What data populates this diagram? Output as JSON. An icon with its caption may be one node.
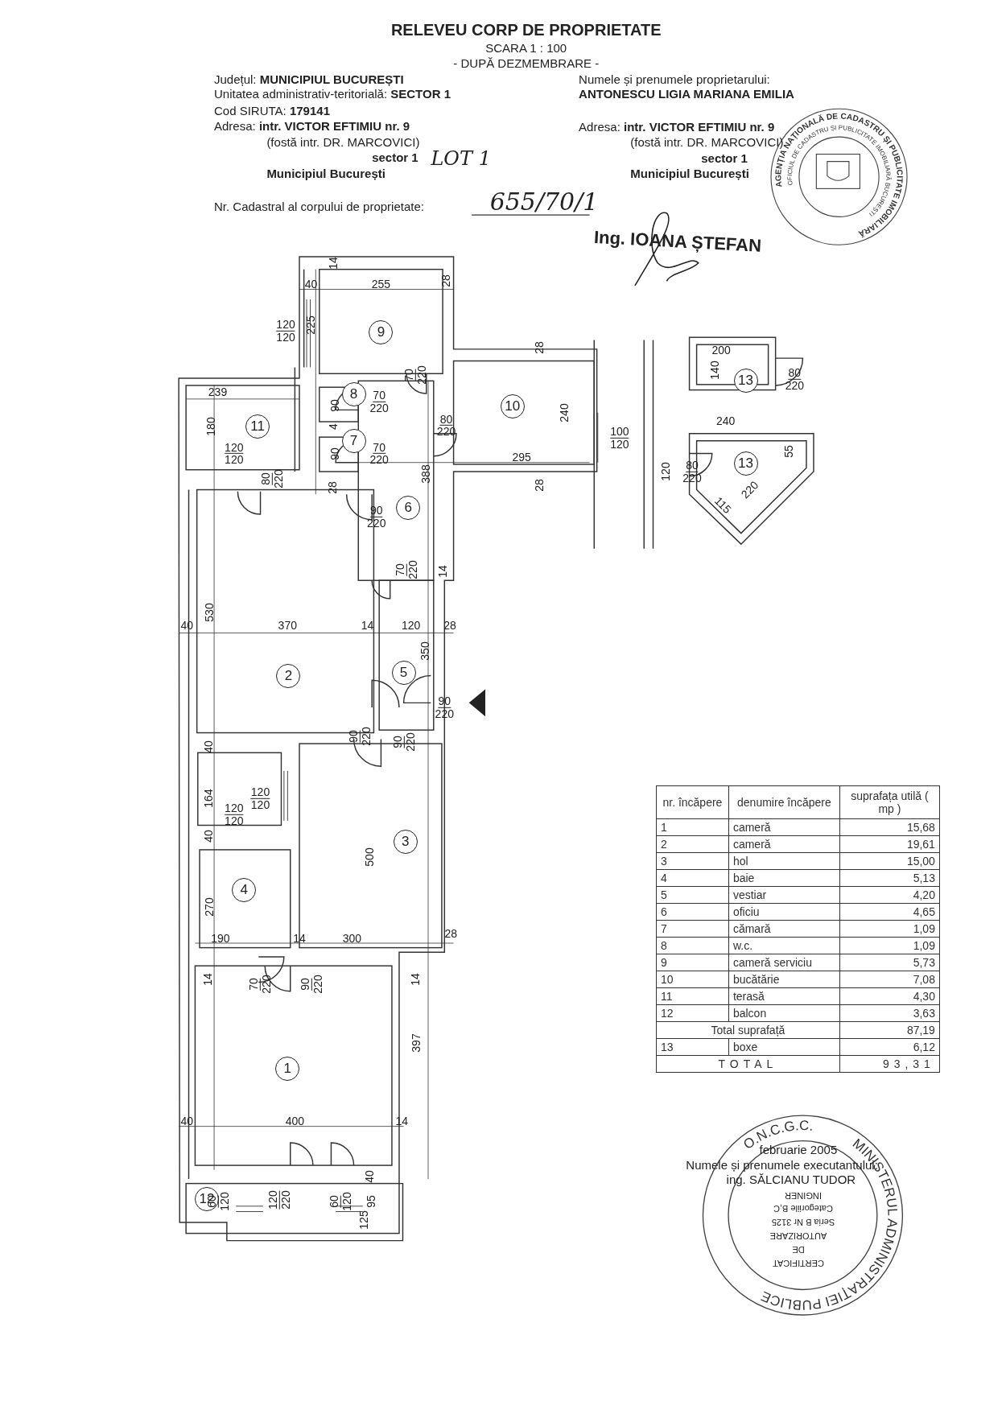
{
  "diagram": {
    "title": "RELEVEU CORP DE PROPRIETATE",
    "nodes": [
      {
        "text": [
          "9"
        ]
      },
      {
        "text": [
          "13"
        ]
      },
      {
        "text": [
          "8"
        ]
      },
      {
        "text": [
          "10"
        ]
      },
      {
        "text": [
          "11"
        ]
      },
      {
        "text": [
          "7"
        ]
      },
      {
        "text": [
          "13"
        ]
      },
      {
        "text": [
          "6"
        ]
      },
      {
        "text": [
          "5"
        ]
      },
      {
        "text": [
          "2"
        ]
      },
      {
        "text": [
          "3"
        ]
      },
      {
        "text": [
          "4"
        ]
      },
      {
        "text": [
          "1"
        ]
      },
      {
        "text": [
          "12"
        ]
      }
    ],
    "edges": [],
    "labels": [
      "SCARA 1 : 100",
      "- DUPĂ DEZMEMBRARE -",
      "Județul: **MUNICIPIUL BUCUREȘTI**",
      "Numele și prenumele proprietarului:",
      "Unitatea administrativ-teritorială: **SECTOR 1**",
      "ANTONESCU LIGIA MARIANA EMILIA",
      "Cod SIRUTA: **179141**",
      "Adresa: **intr. VICTOR EFTIMIU nr. 9**",
      "Adresa: **intr. VICTOR EFTIMIU nr. 9**",
      "(fostă intr. DR. MARCOVICI)",
      "(fostă intr. DR. MARCOVICI)",
      "sector 1",
      "LOT 1",
      "sector 1",
      "Municipiul București",
      "Municipiul București",
      "Nr. Cadastral al corpului de proprietate:",
      "655/70/1",
      "Ing. IOANA ȘTEFAN",
      "14",
      "40",
      "255",
      "28",
      "120",
      "120",
      "225",
      "70",
      "220",
      "239",
      "70",
      "220",
      "90",
      "4",
      "80",
      "220",
      "180",
      "70",
      "220",
      "90",
      "120",
      "120",
      "80",
      "220",
      "240",
      "295",
      "28",
      "28",
      "100",
      "120",
      "28",
      "388",
      "90",
      "220",
      "70",
      "220",
      "14",
      "200",
      "140",
      "80",
      "220",
      "240",
      "120",
      "80",
      "220",
      "55",
      "220",
      "115",
      "530",
      "40",
      "370",
      "14",
      "120",
      "28",
      "350",
      "90",
      "220",
      "90",
      "220",
      "90",
      "220",
      "40",
      "164",
      "120",
      "120",
      "120",
      "120",
      "40",
      "500",
      "270",
      "190",
      "14",
      "300",
      "28",
      "14",
      "70",
      "220",
      "90",
      "220",
      "14",
      "397",
      "40",
      "400",
      "14",
      "40",
      "60",
      "120",
      "120",
      "220",
      "60",
      "120",
      "95",
      "125",
      "nr. încăpere",
      "denumire încăpere",
      "suprafața utilă ( mp )",
      "1",
      "cameră",
      "15,68",
      "2",
      "cameră",
      "19,61",
      "3",
      "hol",
      "15,00",
      "4",
      "baie",
      "5,13",
      "5",
      "vestiar",
      "4,20",
      "6",
      "oficiu",
      "4,65",
      "7",
      "cămară",
      "1,09",
      "8",
      "w.c.",
      "1,09",
      "9",
      "cameră serviciu",
      "5,73",
      "10",
      "bucătărie",
      "7,08",
      "11",
      "terasă",
      "4,30",
      "12",
      "balcon",
      "3,63",
      "Total suprafață",
      "87,19",
      "13",
      "boxe",
      "6,12",
      "TOTAL",
      "93,31",
      "AGENȚIA NAȚIONALĂ DE CADASTRU ȘI PUBLICITATE IMOBILIARĂ",
      "OFICIUL DE CADASTRU ȘI PUBLICITATE IMOBILIARĂ BUCUREȘTI",
      "februarie 2005",
      "Numele și prenumele executantului:",
      "ing. SĂLCIANU TUDOR",
      "MINISTERUL ADMINISTRAȚIEI PUBLICE",
      "O.N.C.G.C.",
      "INGINER",
      "Categoriile B,C",
      "Seria B Nr 3125",
      "AUTORIZARE",
      "DE",
      "CERTIFICAT"
    ]
  }
}
